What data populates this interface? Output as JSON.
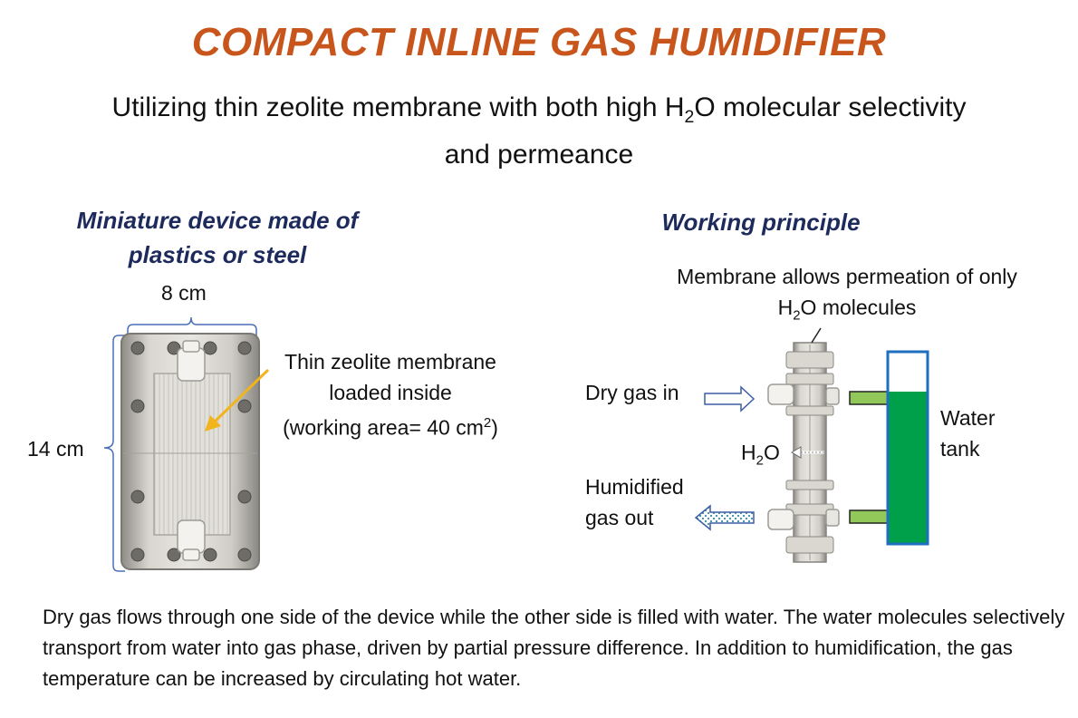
{
  "title": "COMPACT INLINE GAS HUMIDIFIER",
  "subtitle": {
    "line1_pre": "Utilizing thin zeolite membrane with both high H",
    "line1_sub": "2",
    "line1_post": "O molecular selectivity",
    "line2": "and permeance"
  },
  "left_panel": {
    "heading_line1": "Miniature device made of",
    "heading_line2": "plastics or steel",
    "width_label": "8 cm",
    "height_label": "14 cm",
    "callout_line1": "Thin zeolite membrane",
    "callout_line2": "loaded inside",
    "callout_line3_pre": "(working area= 40 cm",
    "callout_line3_sup": "2",
    "callout_line3_post": ")"
  },
  "right_panel": {
    "heading": "Working principle",
    "membrane_line1": "Membrane allows permeation of only",
    "membrane_line2_pre": "H",
    "membrane_line2_sub": "2",
    "membrane_line2_post": "O molecules",
    "dry_gas_in": "Dry gas in",
    "h2o_pre": "H",
    "h2o_sub": "2",
    "h2o_post": "O",
    "humidified_line1": "Humidified",
    "humidified_line2": "gas out",
    "water_line1": "Water",
    "water_line2": "tank"
  },
  "description": "Dry gas flows through one side of the device while the other side is filled with water. The water molecules selectively transport from water into gas phase, driven by partial pressure difference. In addition to humidification, the gas temperature can be increased by circulating hot water.",
  "colors": {
    "title": "#c8561c",
    "section_heading": "#1d2a5c",
    "bracket": "#4a6fb5",
    "callout_arrow": "#f2b41c",
    "water": "#00a04a",
    "tank_border": "#1e6fbf",
    "connector": "#92c85a",
    "outline_arrow": "#3c5fa6"
  }
}
